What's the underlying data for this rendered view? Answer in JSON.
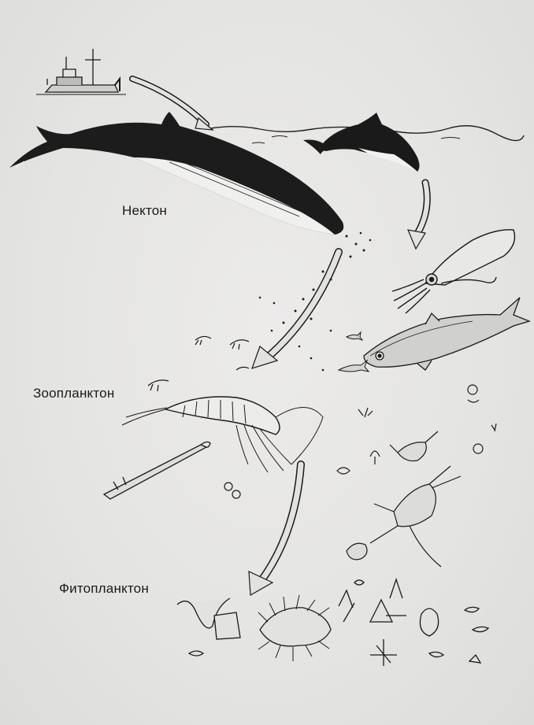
{
  "diagram": {
    "labels": {
      "nekton": "Нектон",
      "zooplankton": "Зоопланктон",
      "phytoplankton": "Фитопланктон"
    },
    "colors": {
      "background": "#e6e6e4",
      "ink": "#1a1a1a",
      "arrow_fill": "#d8d8d6"
    }
  }
}
